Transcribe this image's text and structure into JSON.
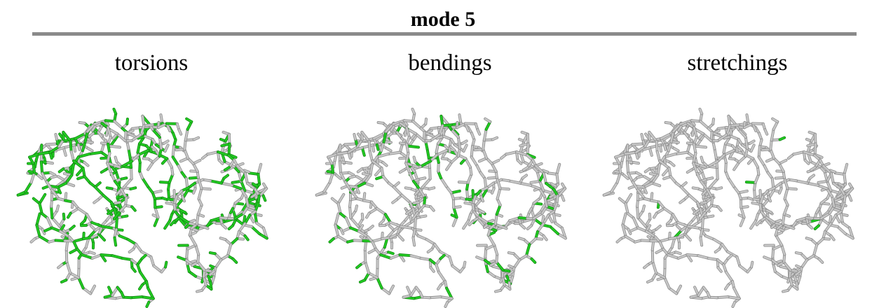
{
  "title": "mode 5",
  "colors": {
    "rule": "#8a8a8a",
    "highlight": "#22cc22",
    "stick": "#c8c8c8",
    "stick_edge": "#8f8f8f"
  },
  "panels": [
    {
      "label": "torsions",
      "highlight_fraction": 0.45
    },
    {
      "label": "bendings",
      "highlight_fraction": 0.12
    },
    {
      "label": "stretchings",
      "highlight_fraction": 0.01
    }
  ]
}
